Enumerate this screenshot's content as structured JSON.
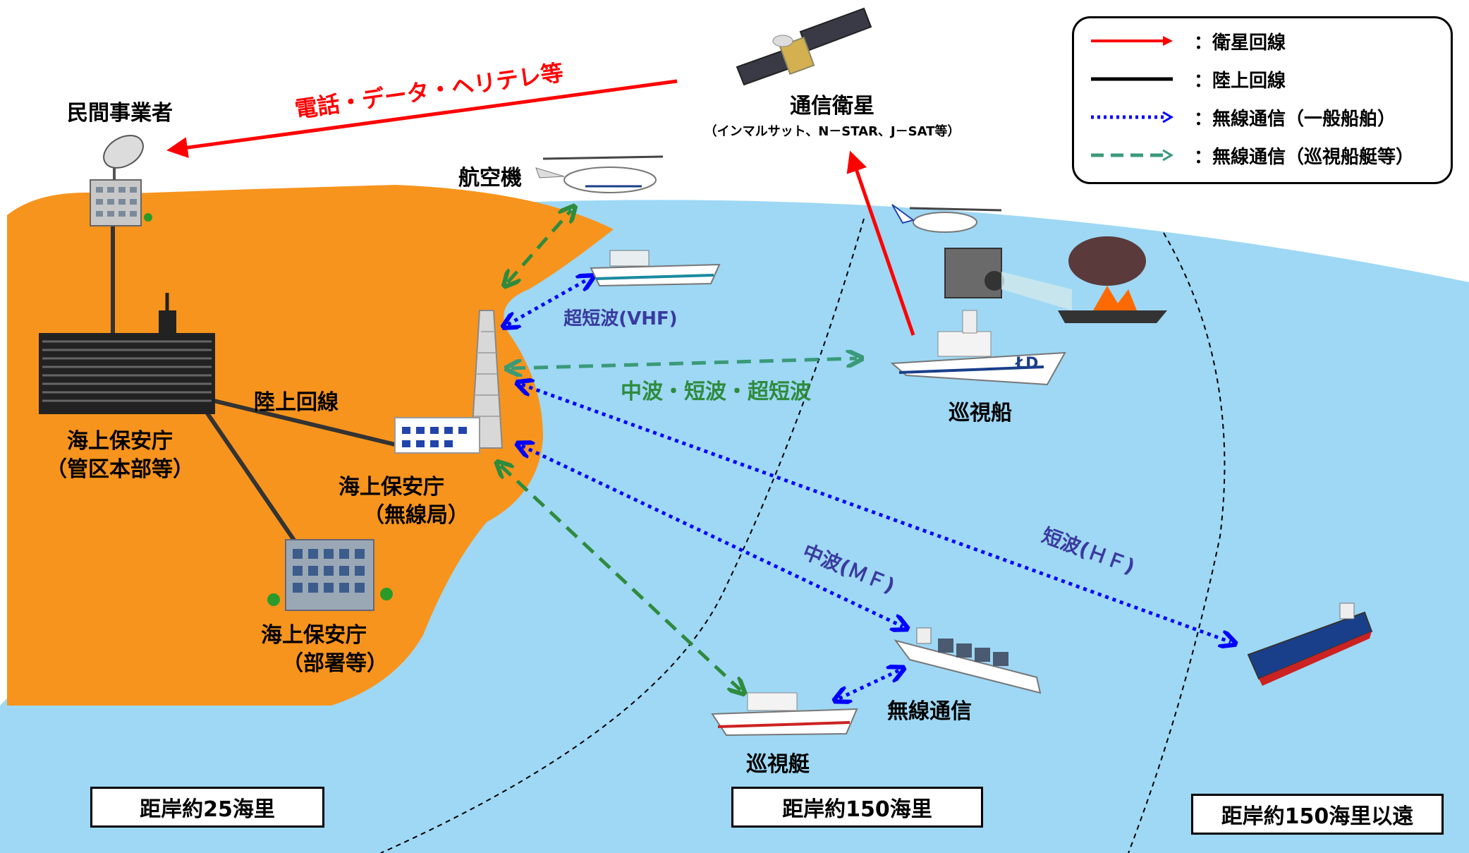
{
  "legend": {
    "satellite_line": "：衛星回線",
    "land_line": "：陸上回線",
    "radio_general": "：無線通信（一般船舶）",
    "radio_patrol": "：無線通信（巡視船艇等）",
    "colors": {
      "satellite": "#ff0000",
      "land": "#000000",
      "general": "#0000ff",
      "patrol": "#2e8b3e"
    }
  },
  "nodes": {
    "private_operator": "民間事業者",
    "satellite_title": "通信衛星",
    "satellite_sub": "（インマルサット、N－STAR、J－SAT等）",
    "aircraft": "航空機",
    "hq_line1": "海上保安庁",
    "hq_line2": "（管区本部等）",
    "radio_station_line1": "海上保安庁",
    "radio_station_line2": "（無線局）",
    "office_line1": "海上保安庁",
    "office_line2": "（部署等）",
    "patrol_ship": "巡視船",
    "patrol_boat": "巡視艇",
    "land_line_label": "陸上回線"
  },
  "links": {
    "phone_data": "電話・データ・ヘリテレ等",
    "vhf": "超短波(VHF)",
    "mf_hf_vhf": "中波・短波・超短波",
    "mf": "中波(ＭＦ)",
    "hf": "短波(ＨＦ)",
    "radio_comm": "無線通信"
  },
  "distances": {
    "near": "距岸約25海里",
    "mid": "距岸約150海里",
    "far": "距岸約150海里以遠"
  },
  "colors": {
    "land": "#f7941d",
    "sea": "#9ed8f5"
  }
}
